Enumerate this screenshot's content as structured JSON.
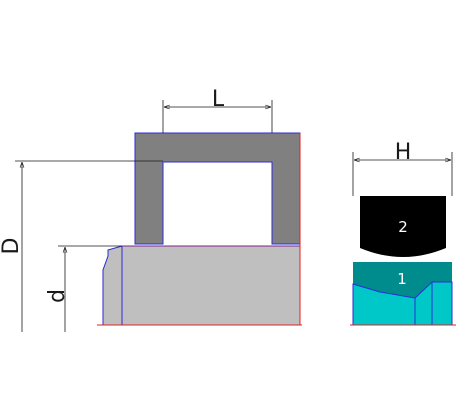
{
  "labels": {
    "L": "L",
    "H": "H",
    "D": "D",
    "d": "d",
    "part_1": "1",
    "part_2": "2"
  },
  "colors": {
    "outline_blue": "#2b2bd6",
    "edge_red": "#e02020",
    "dim_line": "#1a1a1a",
    "housing_gray": "#808080",
    "rod_light_gray": "#bfbfbf",
    "seal_black": "#000000",
    "seal_teal": "#008c8c",
    "seal_cyan": "#00c8c8"
  }
}
